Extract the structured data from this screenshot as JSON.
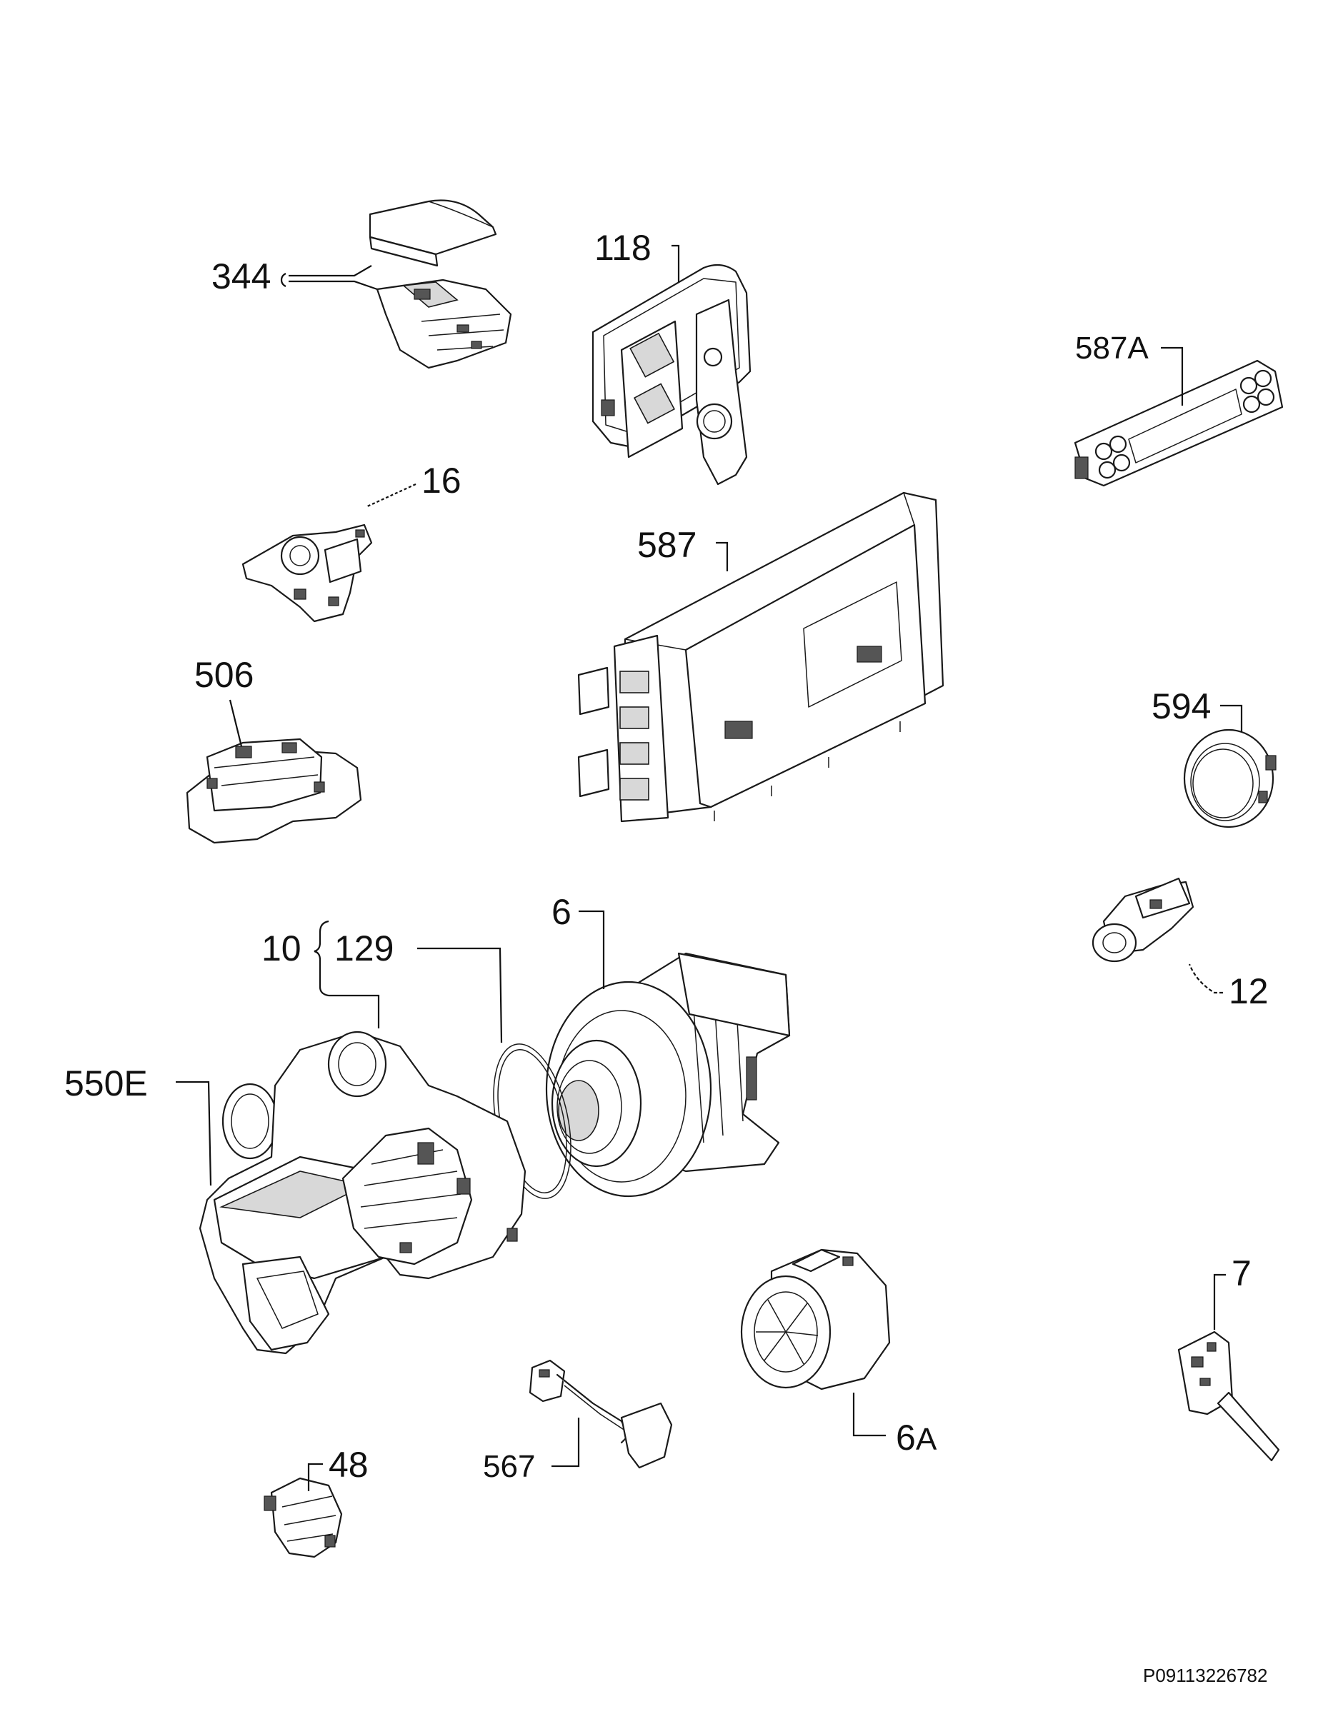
{
  "labels": {
    "p344": "344",
    "p118": "118",
    "p587A": "587A",
    "p16": "16",
    "p587": "587",
    "p506": "506",
    "p594": "594",
    "p6": "6",
    "p10": "10",
    "p129": "129",
    "p12": "12",
    "p550E": "550E",
    "p7": "7",
    "p48": "48",
    "p567": "567",
    "p6A_num": "6",
    "p6A_suffix": "A"
  },
  "reference_code": "P09113226782"
}
